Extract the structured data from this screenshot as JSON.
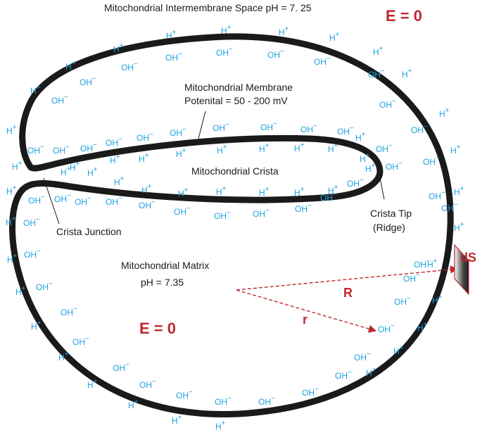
{
  "labels": {
    "intermembrane": "Mitochondrial Intermembrane Space  pH = 7. 25",
    "membrane_line1": "Mitochondrial Membrane",
    "membrane_line2": "Potenital = 50 - 200 mV",
    "crista": "Mitochondrial Crista",
    "crista_tip_line1": "Crista Tip",
    "crista_tip_line2": "(Ridge)",
    "crista_junction": "Crista Junction",
    "matrix": "Mitochondrial Matrix",
    "matrix_ph": "pH = 7.35"
  },
  "field": {
    "outside": "E = 0",
    "inside": "E = 0"
  },
  "vectors": {
    "big_r": "R",
    "small_r": "r",
    "surface": "dS"
  },
  "ions": {
    "h": {
      "base": "H",
      "sup": "+"
    },
    "oh": {
      "base": "OH",
      "sup": "−"
    }
  },
  "colors": {
    "membrane": "#1a1a1a",
    "ion": "#1da1e0",
    "accent": "#c0282d"
  }
}
